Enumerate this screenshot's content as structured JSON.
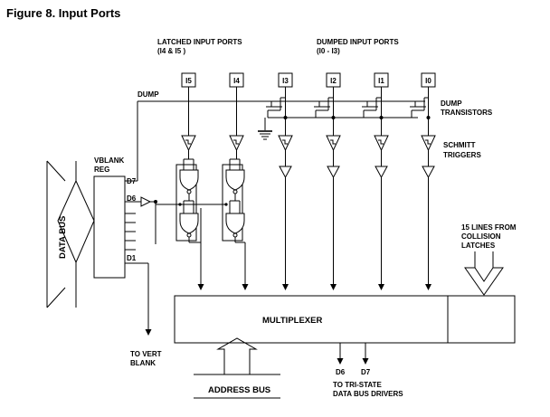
{
  "figure_title": "Figure 8. Input Ports",
  "latched": {
    "title": "LATCHED INPUT PORTS",
    "sub": "(I4 & I5 )"
  },
  "dumped": {
    "title": "DUMPED INPUT PORTS",
    "sub": "(I0 - I3)"
  },
  "ports": [
    "I5",
    "I4",
    "I3",
    "I2",
    "I1",
    "I0"
  ],
  "dump_label": "DUMP",
  "dump_transistors": [
    "DUMP",
    "TRANSISTORS"
  ],
  "schmitt": [
    "SCHMITT",
    "TRIGGERS"
  ],
  "vblank": [
    "VBLANK",
    "REG"
  ],
  "reg_pins": {
    "d7": "D7",
    "d6": "D6",
    "d1": "D1"
  },
  "data_bus": "DATA BUS",
  "multiplexer": "MULTIPLEXER",
  "collision": [
    "15 LINES FROM",
    "COLLISION",
    "LATCHES"
  ],
  "to_vert": [
    "TO VERT",
    "BLANK"
  ],
  "address_bus": "ADDRESS BUS",
  "out_bits": [
    "D6",
    "D7"
  ],
  "to_tristate": [
    "TO TRI-STATE",
    "DATA BUS DRIVERS"
  ]
}
